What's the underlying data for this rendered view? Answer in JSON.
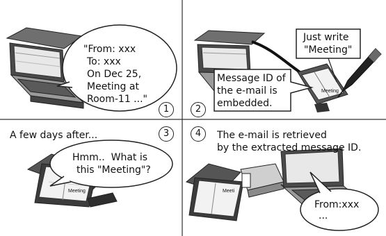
{
  "panels": {
    "p1": {
      "number": "1",
      "bubble_lines": [
        "\"From: xxx",
        "To: xxx",
        "On Dec 25,",
        "Meeting at",
        "Room-11 ...\""
      ]
    },
    "p2": {
      "number": "2",
      "note_lines": [
        "Just write",
        "\"Meeting\""
      ],
      "box_lines": [
        "Message ID of",
        "the e-mail is",
        "embedded."
      ],
      "planner_word": "Meeting"
    },
    "p3": {
      "number": "3",
      "caption": "A few days after...",
      "bubble_lines": [
        "Hmm..  What is",
        "this \"Meeting\"?"
      ],
      "planner_word": "Meeting"
    },
    "p4": {
      "number": "4",
      "caption_lines": [
        "The e-mail is retrieved",
        "by the extracted message ID."
      ],
      "bubble_lines": [
        "From:xxx",
        "..."
      ],
      "planner_word": "Meeti"
    }
  },
  "colors": {
    "line": "#222222",
    "gray_dark": "#555555",
    "gray_mid": "#8a8a8a",
    "gray_light": "#c8c8c8",
    "bg": "#ffffff"
  }
}
